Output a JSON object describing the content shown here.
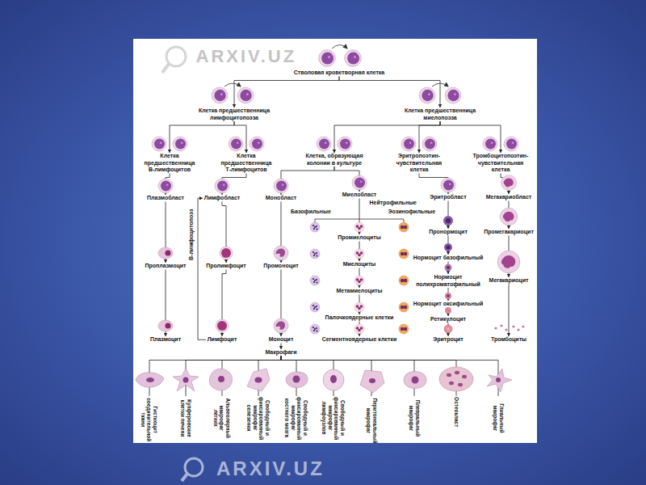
{
  "diagram": {
    "nodes": [
      {
        "text": [
          "Стволовая кроветворная клетка"
        ]
      },
      {
        "text": [
          "Клетка предшественница лимфоцитопоэза"
        ]
      },
      {
        "text": [
          "Клетка предшественница миелопоэза"
        ]
      },
      {
        "text": [
          "Клетка предшественница В-лимфоцитов"
        ]
      },
      {
        "text": [
          "Клетка предшественница Т-лимфоцитов"
        ]
      },
      {
        "text": [
          "Клетка, образующая колонии в культуре"
        ]
      },
      {
        "text": [
          "Эритропоэтин-чувствительная клетка"
        ]
      },
      {
        "text": [
          "Тромбоцитопоэтин-чувствительная клетка"
        ]
      },
      {
        "text": [
          "Плазмобласт"
        ]
      },
      {
        "text": [
          "Лимфобласт"
        ]
      },
      {
        "text": [
          "Монобласт"
        ]
      },
      {
        "text": [
          "Миелобласт"
        ]
      },
      {
        "text": [
          "Эритробласт"
        ]
      },
      {
        "text": [
          "Мегакариобласт"
        ]
      },
      {
        "text": [
          "Проплазмоцит"
        ]
      },
      {
        "text": [
          "Пролимфоцит"
        ]
      },
      {
        "text": [
          "Промоноцит"
        ]
      },
      {
        "text": [
          "Промиелоциты"
        ]
      },
      {
        "text": [
          "Пронормоцит"
        ]
      },
      {
        "text": [
          "Промегакариоцит"
        ]
      },
      {
        "text": [
          "Миелоциты"
        ]
      },
      {
        "text": [
          "Нормоцит базофильный"
        ]
      },
      {
        "text": [
          "Нормоцит полихроматофильный"
        ]
      },
      {
        "text": [
          "Мегакариоцит"
        ]
      },
      {
        "text": [
          "Метамиелоциты"
        ]
      },
      {
        "text": [
          "Нормоцит оксифильный"
        ]
      },
      {
        "text": [
          "Палочкоядерные клетки"
        ]
      },
      {
        "text": [
          "Ретикулоцит"
        ]
      },
      {
        "text": [
          "Плазмоцит"
        ]
      },
      {
        "text": [
          "Лимфоцит"
        ]
      },
      {
        "text": [
          "Моноцит"
        ]
      },
      {
        "text": [
          "Сегментноядерные клетки"
        ]
      },
      {
        "text": [
          "Эритроцит"
        ]
      },
      {
        "text": [
          "Тромбоциты"
        ]
      },
      {
        "text": [
          "Макрофаги"
        ]
      },
      {
        "text": [
          "Гистиоцит соединительной ткани"
        ]
      },
      {
        "text": [
          "Купферовские клетки печени"
        ]
      },
      {
        "text": [
          "Альвеолярный макрофаг легких"
        ]
      },
      {
        "text": [
          "Свободный и фиксированный макрофаг селезенки"
        ]
      },
      {
        "text": [
          "Свободный и фиксированный макрофаг костного мозга"
        ]
      },
      {
        "text": [
          "Свободный и фиксированный макрофаг лимфоузлов"
        ]
      },
      {
        "text": [
          "Перитонеальный макрофаг"
        ]
      },
      {
        "text": [
          "Плевральный макрофаг"
        ]
      },
      {
        "text": [
          "Остеокласт"
        ]
      },
      {
        "text": [
          "Глиальный макрофаг"
        ]
      }
    ],
    "edges": [
      {
        "from": 0,
        "to": 1,
        "arrow": "to"
      },
      {
        "from": 0,
        "to": 2,
        "arrow": "to"
      },
      {
        "from": 1,
        "to": 3,
        "arrow": "to"
      },
      {
        "from": 1,
        "to": 4,
        "arrow": "to"
      },
      {
        "from": 2,
        "to": 5,
        "arrow": "to"
      },
      {
        "from": 2,
        "to": 6,
        "arrow": "to"
      },
      {
        "from": 2,
        "to": 7,
        "arrow": "to"
      },
      {
        "from": 3,
        "to": 8,
        "arrow": "to"
      },
      {
        "from": 4,
        "to": 9,
        "arrow": "to"
      },
      {
        "from": 5,
        "to": 10,
        "arrow": "to"
      },
      {
        "from": 5,
        "to": 11,
        "arrow": "to"
      },
      {
        "from": 6,
        "to": 12,
        "arrow": "to"
      },
      {
        "from": 7,
        "to": 13,
        "arrow": "to"
      },
      {
        "from": 8,
        "to": 14,
        "arrow": "to"
      },
      {
        "from": 14,
        "to": 28,
        "arrow": "to"
      },
      {
        "from": 9,
        "to": 15,
        "arrow": "to"
      },
      {
        "from": 15,
        "to": 29,
        "arrow": "to"
      },
      {
        "from": 10,
        "to": 16,
        "arrow": "to"
      },
      {
        "from": 16,
        "to": 30,
        "arrow": "to"
      },
      {
        "from": 30,
        "to": 34,
        "arrow": "to"
      },
      {
        "from": 11,
        "to": 17,
        "arrow": "to"
      },
      {
        "from": 17,
        "to": 20,
        "arrow": "to"
      },
      {
        "from": 20,
        "to": 24,
        "arrow": "to"
      },
      {
        "from": 24,
        "to": 26,
        "arrow": "to"
      },
      {
        "from": 26,
        "to": 31,
        "arrow": "to"
      },
      {
        "from": 12,
        "to": 18,
        "arrow": "to"
      },
      {
        "from": 18,
        "to": 21,
        "arrow": "to"
      },
      {
        "from": 21,
        "to": 22,
        "arrow": "to"
      },
      {
        "from": 22,
        "to": 25,
        "arrow": "to"
      },
      {
        "from": 25,
        "to": 27,
        "arrow": "to"
      },
      {
        "from": 27,
        "to": 32,
        "arrow": "to"
      },
      {
        "from": 13,
        "to": 19,
        "arrow": "to"
      },
      {
        "from": 19,
        "to": 23,
        "arrow": "to"
      },
      {
        "from": 23,
        "to": 33,
        "arrow": "to"
      },
      {
        "from": 29,
        "to": 9,
        "arrow": "to"
      },
      {
        "from": 34,
        "to": 35,
        "arrow": "none"
      },
      {
        "from": 34,
        "to": 36,
        "arrow": "none"
      },
      {
        "from": 34,
        "to": 37,
        "arrow": "none"
      },
      {
        "from": 34,
        "to": 38,
        "arrow": "none"
      },
      {
        "from": 34,
        "to": 39,
        "arrow": "none"
      },
      {
        "from": 34,
        "to": 40,
        "arrow": "none"
      },
      {
        "from": 34,
        "to": 41,
        "arrow": "none"
      },
      {
        "from": 34,
        "to": 42,
        "arrow": "none"
      },
      {
        "from": 34,
        "to": 43,
        "arrow": "none"
      },
      {
        "from": 34,
        "to": 44,
        "arrow": "none"
      }
    ],
    "labels": [
      "Базофильные",
      "Нейтрофильные",
      "Эозинофильные",
      "В-лимфоцитопоэз",
      "ARXIV.UZ",
      "ARXIV.UZ"
    ]
  }
}
